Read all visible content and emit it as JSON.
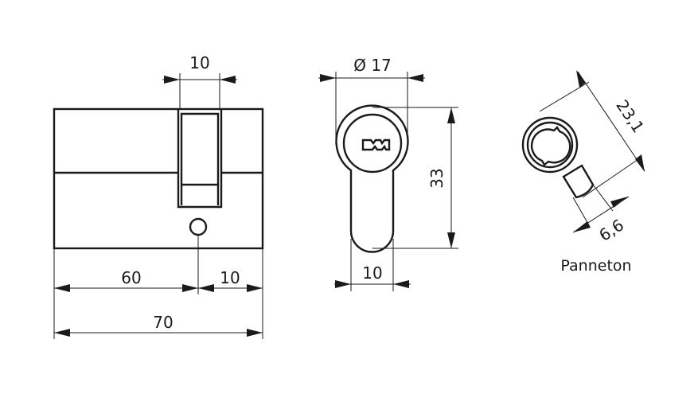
{
  "side_view": {
    "cam_width_label": "10",
    "length_a_label": "60",
    "length_b_label": "10",
    "total_length_label": "70"
  },
  "front_view": {
    "diameter_label": "Ø 17",
    "height_label": "33",
    "stem_width_label": "10"
  },
  "cam_view": {
    "cam_length_label": "23,1",
    "cam_width_label": "6,6",
    "title": "Panneton"
  }
}
